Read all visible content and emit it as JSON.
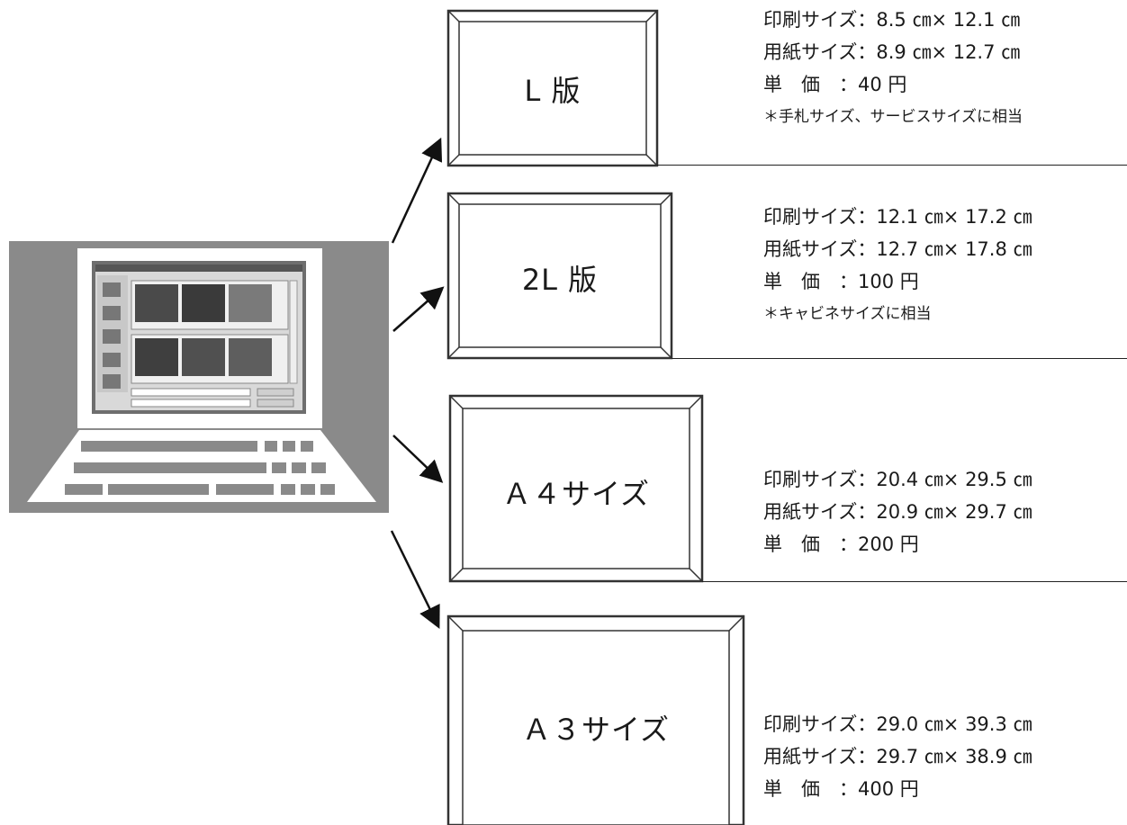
{
  "products": [
    {
      "name": "L 版",
      "print_size": "印刷サイズ：8.5 ㎝× 12.1 ㎝",
      "paper_size": "用紙サイズ：8.9 ㎝× 12.7 ㎝",
      "price": "単　価　：40 円",
      "note": "＊手札サイズ、サービスサイズに相当"
    },
    {
      "name": "2L 版",
      "print_size": "印刷サイズ：12.1 ㎝× 17.2 ㎝",
      "paper_size": "用紙サイズ：12.7 ㎝× 17.8 ㎝",
      "price": "単　価　：100 円",
      "note": "＊キャビネサイズに相当"
    },
    {
      "name": "Ａ４サイズ",
      "print_size": "印刷サイズ：20.4 ㎝× 29.5 ㎝",
      "paper_size": "用紙サイズ：20.9 ㎝× 29.7 ㎝",
      "price": "単　価　：200 円"
    },
    {
      "name": "Ａ３サイズ",
      "print_size": "印刷サイズ：29.0 ㎝× 39.3 ㎝",
      "paper_size": "用紙サイズ：29.7 ㎝× 38.9 ㎝",
      "price": "単　価　：400 円"
    }
  ],
  "colors": {
    "computer_bg": "#8a8a8a",
    "frame_stroke": "#333333",
    "line": "#111111"
  },
  "icons": [
    "computer-illustration",
    "photo-frame-icon",
    "arrow-icon"
  ]
}
